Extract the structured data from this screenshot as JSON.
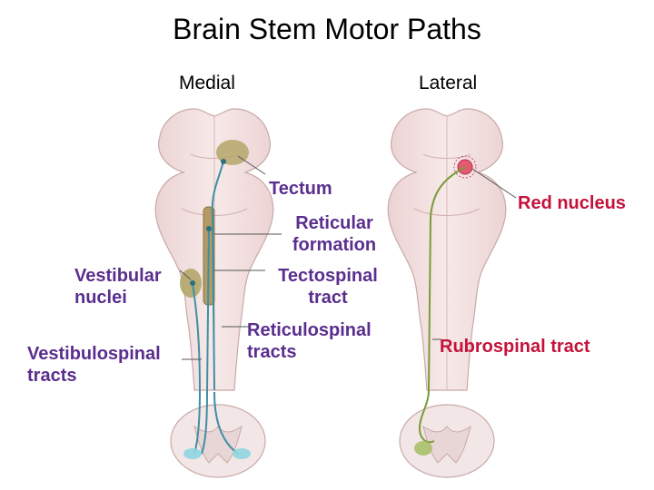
{
  "title": "Brain Stem Motor Paths",
  "columns": {
    "medial": "Medial",
    "lateral": "Lateral"
  },
  "labels": {
    "tectum": "Tectum",
    "reticular_formation": "Reticular formation",
    "tectospinal_tract": "Tectospinal tract",
    "reticulospinal_tracts": "Reticulospinal tracts",
    "vestibular_nuclei": "Vestibular nuclei",
    "vestibulospinal_tracts": "Vestibulospinal tracts",
    "red_nucleus": "Red nucleus",
    "rubrospinal_tract": "Rubrospinal tract"
  },
  "colors": {
    "label_purple": "#5a2e8e",
    "label_red": "#c4123a",
    "tissue": "#f1dede",
    "tissue_dark": "#e3c4c4",
    "tract_blue": "#3f8fa3",
    "tract_green": "#7a9a3a",
    "nucleus_olive": "#b4a66a",
    "red_nucleus": "#e05a70"
  }
}
